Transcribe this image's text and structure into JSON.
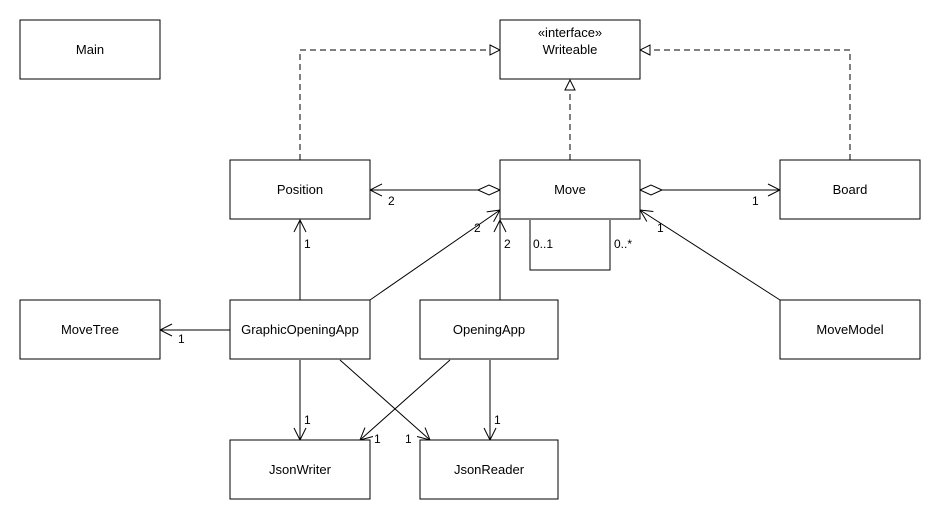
{
  "classes": {
    "main": "Main",
    "writeable_stereotype": "«interface»",
    "writeable": "Writeable",
    "position": "Position",
    "move": "Move",
    "board": "Board",
    "movetree": "MoveTree",
    "graphic_opening_app": "GraphicOpeningApp",
    "opening_app": "OpeningApp",
    "move_model": "MoveModel",
    "json_writer": "JsonWriter",
    "json_reader": "JsonReader"
  },
  "multiplicities": {
    "move_position": "2",
    "move_board": "1",
    "move_self_a": "0..1",
    "move_self_b": "0..*",
    "goa_move": "2",
    "oa_move": "2",
    "mm_move": "1",
    "goa_position": "1",
    "goa_movetree": "1",
    "goa_jsonwriter": "1",
    "oa_jsonwriter": "1",
    "goa_jsonreader": "1",
    "oa_jsonreader": "1"
  }
}
